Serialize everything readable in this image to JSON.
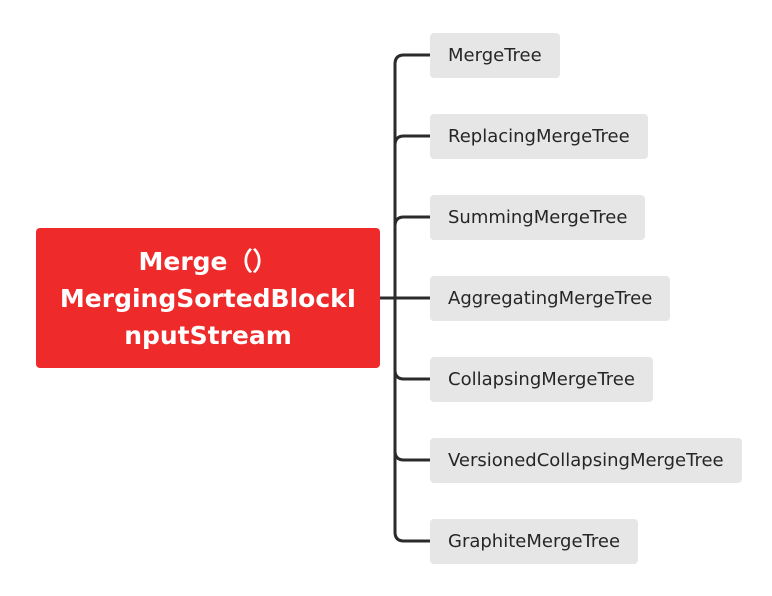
{
  "root": {
    "label": "Merge（）\nMergingSortedBlockI\nnputStream"
  },
  "children": [
    {
      "label": "MergeTree"
    },
    {
      "label": "ReplacingMergeTree"
    },
    {
      "label": "SummingMergeTree"
    },
    {
      "label": "AggregatingMergeTree"
    },
    {
      "label": "CollapsingMergeTree"
    },
    {
      "label": "VersionedCollapsingMergeTree"
    },
    {
      "label": "GraphiteMergeTree"
    }
  ],
  "colors": {
    "root_fill": "#ee2a2a",
    "child_fill": "#e6e6e6",
    "connector": "#2b2b2b"
  }
}
